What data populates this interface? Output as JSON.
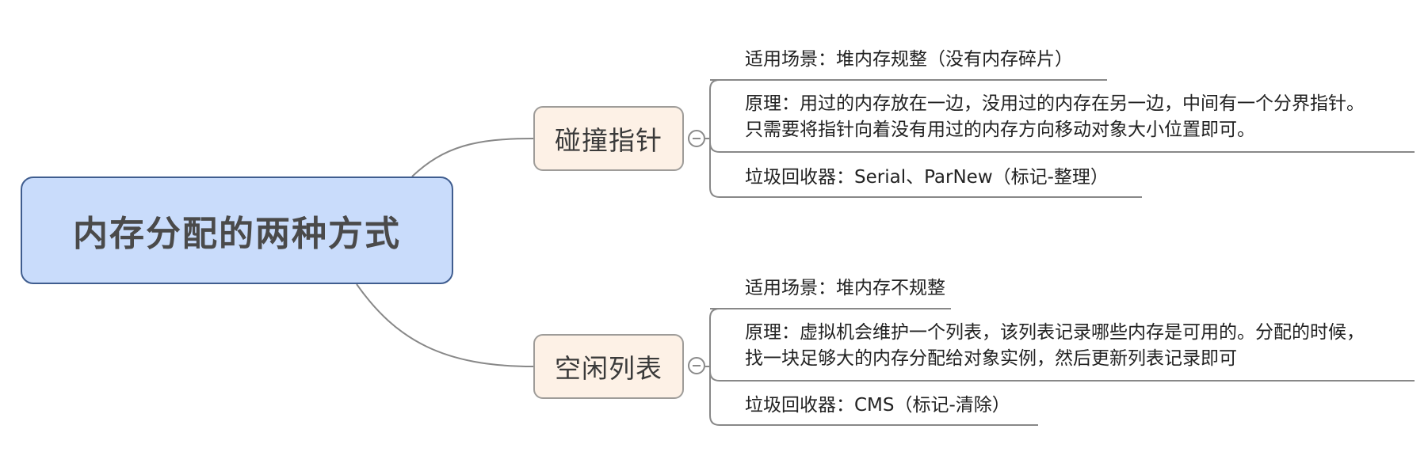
{
  "root": {
    "label": "内存分配的两种方式"
  },
  "topics": [
    {
      "label": "碰撞指针",
      "details": [
        {
          "lines": [
            "适用场景：堆内存规整（没有内存碎片）"
          ]
        },
        {
          "lines": [
            "原理：用过的内存放在一边，没用过的内存在另一边，中间有一个分界指针。",
            "只需要将指针向着没有用过的内存方向移动对象大小位置即可。"
          ]
        },
        {
          "lines": [
            "垃圾回收器：Serial、ParNew（标记-整理）"
          ]
        }
      ]
    },
    {
      "label": "空闲列表",
      "details": [
        {
          "lines": [
            "适用场景：堆内存不规整"
          ]
        },
        {
          "lines": [
            "原理：虚拟机会维护一个列表，该列表记录哪些内存是可用的。分配的时候，",
            "找一块足够大的内存分配给对象实例，然后更新列表记录即可"
          ]
        },
        {
          "lines": [
            "垃圾回收器：CMS（标记-清除）"
          ]
        }
      ]
    }
  ],
  "colors": {
    "root_fill": "#c9dcfb",
    "root_border": "#3f5d8f",
    "topic_fill": "#fdf1e6",
    "topic_border": "#9e9c99",
    "connector": "#888888"
  }
}
